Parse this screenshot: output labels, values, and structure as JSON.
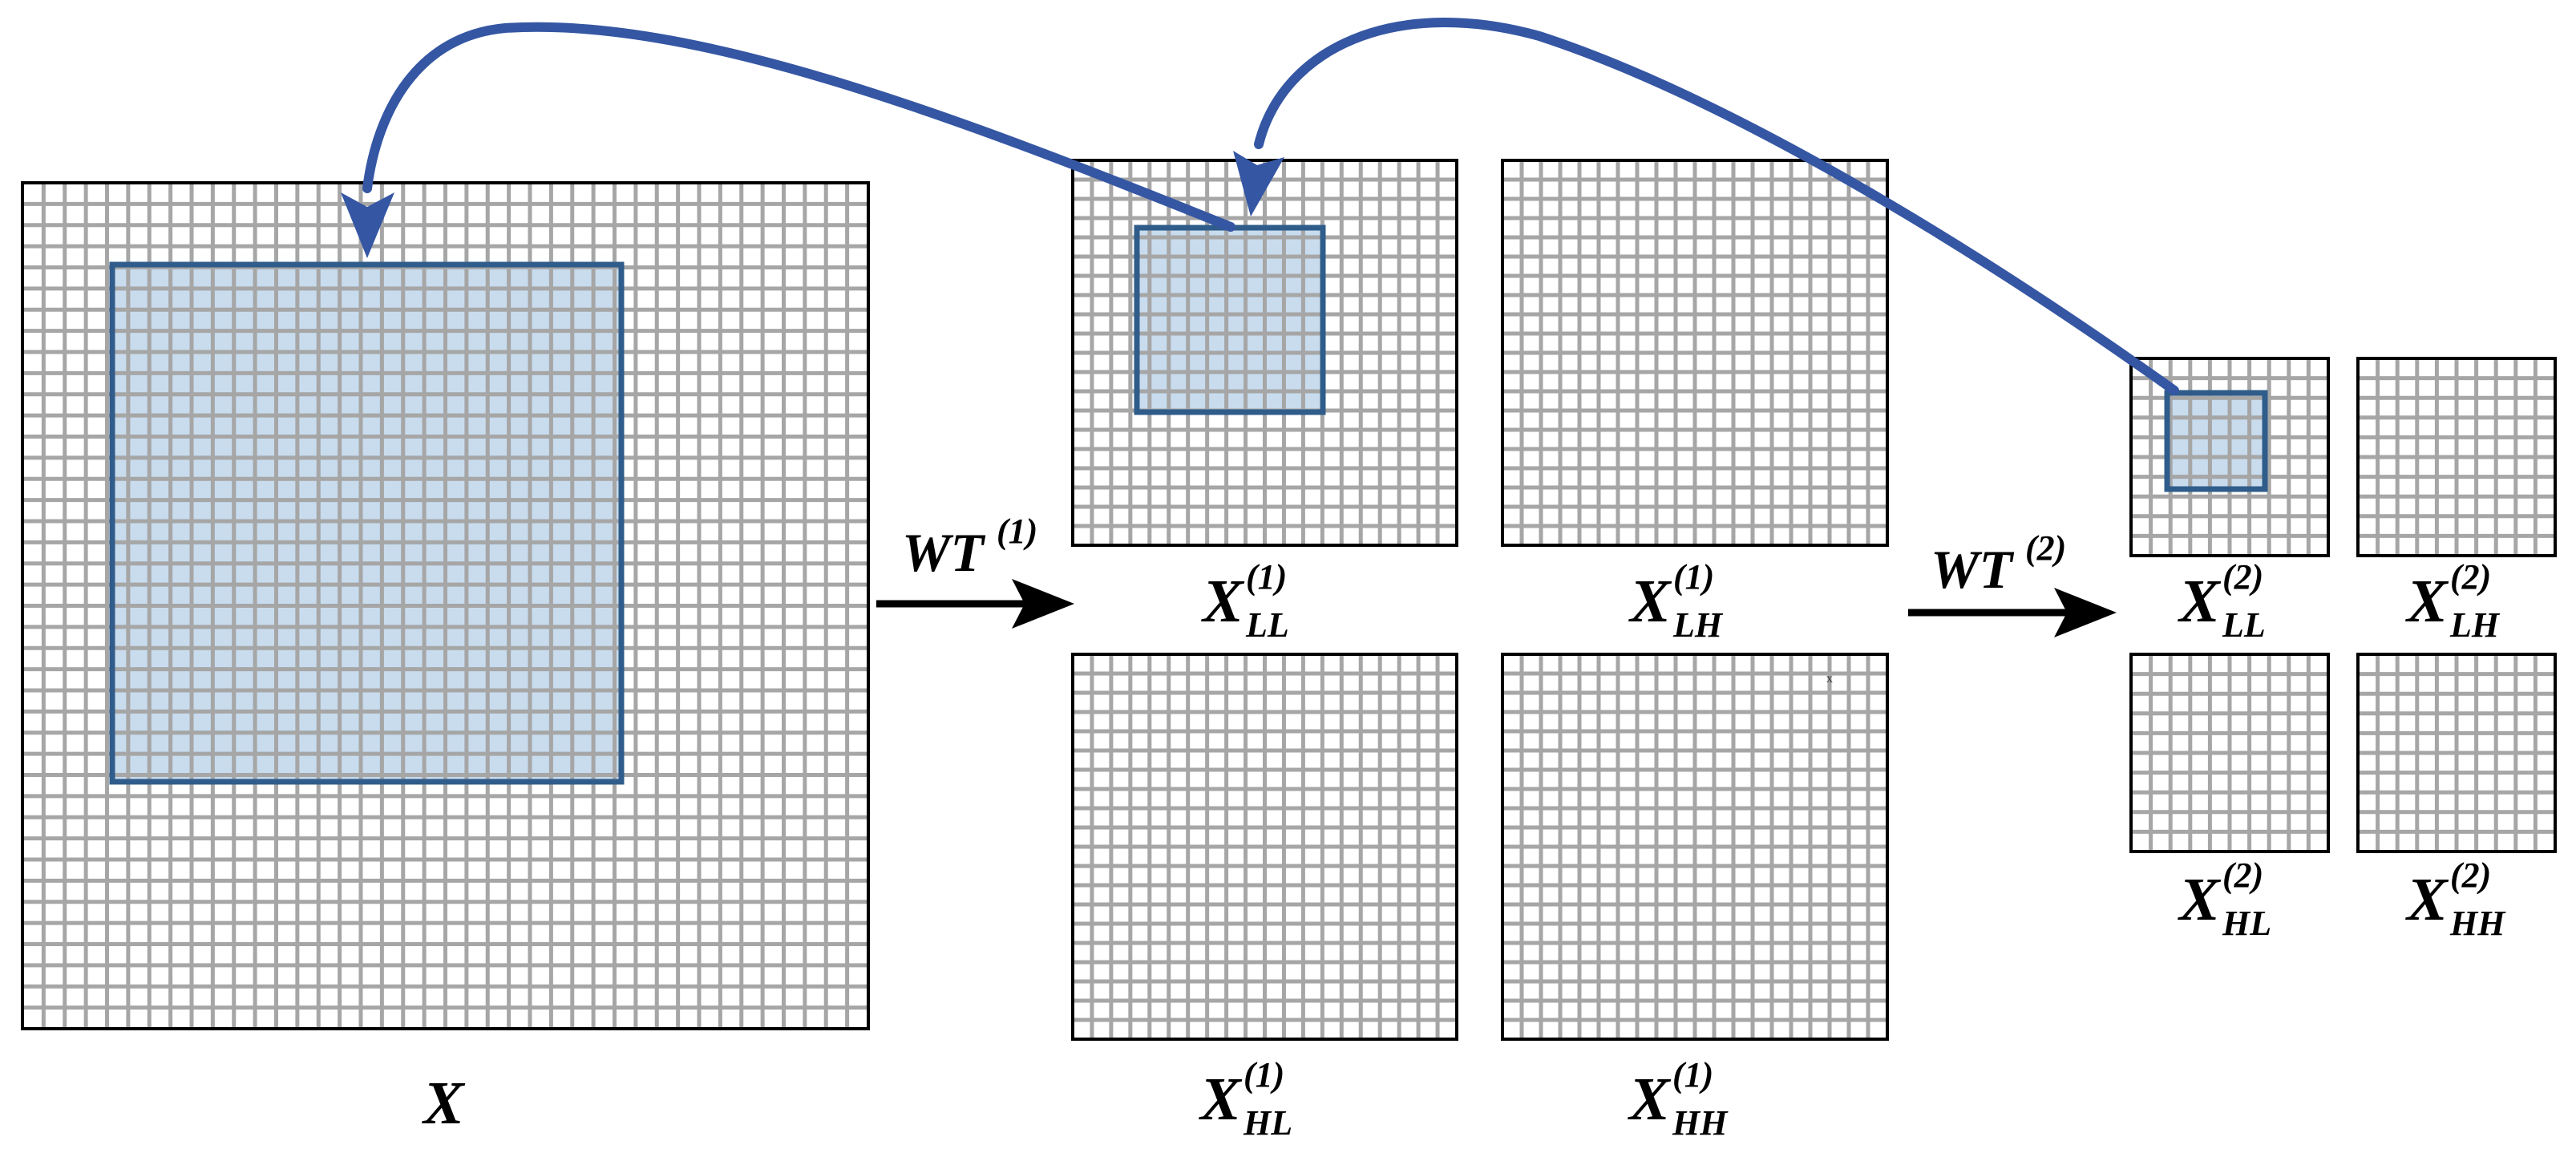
{
  "grids": [
    {
      "id": "X"
    },
    {
      "id": "X-LL-1"
    },
    {
      "id": "X-LH-1"
    },
    {
      "id": "X-HL-1"
    },
    {
      "id": "X-HH-1"
    },
    {
      "id": "X-LL-2"
    },
    {
      "id": "X-LH-2"
    },
    {
      "id": "X-HL-2"
    },
    {
      "id": "X-HH-2"
    }
  ],
  "labels": {
    "x": {
      "main": "X"
    },
    "wt1": {
      "main": "WT",
      "sup": "(1)"
    },
    "wt2": {
      "main": "WT",
      "sup": "(2)"
    },
    "xll1": {
      "main": "X",
      "sup": "(1)",
      "sub": "LL"
    },
    "xlh1": {
      "main": "X",
      "sup": "(1)",
      "sub": "LH"
    },
    "xhl1": {
      "main": "X",
      "sup": "(1)",
      "sub": "HL"
    },
    "xhh1": {
      "main": "X",
      "sup": "(1)",
      "sub": "HH"
    },
    "xll2": {
      "main": "X",
      "sup": "(2)",
      "sub": "LL"
    },
    "xlh2": {
      "main": "X",
      "sup": "(2)",
      "sub": "LH"
    },
    "xhl2": {
      "main": "X",
      "sup": "(2)",
      "sub": "HL"
    },
    "xhh2": {
      "main": "X",
      "sup": "(2)",
      "sub": "HH"
    },
    "stray": "x"
  },
  "colors": {
    "grid_line": "#a6a6a6",
    "grid_border": "#000000",
    "highlight_fill": "#bcd4ea",
    "highlight_stroke": "#2f5c8a",
    "curved_arrow": "#3556a3",
    "arrow": "#000000"
  }
}
